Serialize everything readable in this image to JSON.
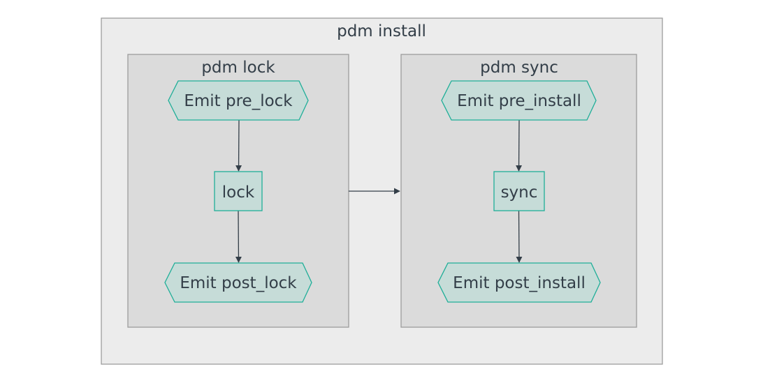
{
  "diagram": {
    "outer_title": "pdm install",
    "lock_group": {
      "title": "pdm lock",
      "start": "Emit pre_lock",
      "step": "lock",
      "end": "Emit post_lock"
    },
    "sync_group": {
      "title": "pdm sync",
      "start": "Emit pre_install",
      "step": "sync",
      "end": "Emit post_install"
    }
  },
  "colors": {
    "outer_fill": "#ececec",
    "group_fill": "#dbdbdb",
    "group_stroke": "#9d9d9d",
    "node_fill": "#c6dcd8",
    "node_stroke": "#1fae98",
    "edge": "#333e48",
    "text": "#333e48"
  }
}
